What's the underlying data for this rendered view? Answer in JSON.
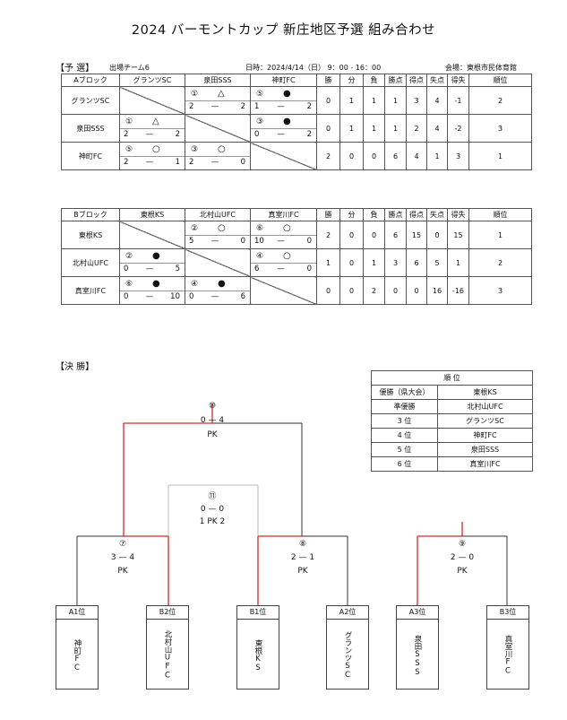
{
  "title": "2024 バーモントカップ 新庄地区予選 組み合わせ",
  "yosen": {
    "label": "【予 選】",
    "teams_count": "出場チーム6",
    "date": "日時：2024/4/14（日） 9：00 - 16：00",
    "venue": "会場：東根市民体育館"
  },
  "headers": {
    "win": "勝",
    "draw": "分",
    "loss": "負",
    "pts": "勝点",
    "gf": "得点",
    "ga": "失点",
    "gd": "得失",
    "rank": "順位"
  },
  "blockA": {
    "name": "Aブロック",
    "cols": [
      "グランツSC",
      "泉田SSS",
      "神町FC"
    ],
    "rows": [
      {
        "team": "グランツSC",
        "cells": [
          null,
          {
            "num": "①",
            "res": "△",
            "s1": "2",
            "dash": "—",
            "s2": "2"
          },
          {
            "num": "⑤",
            "res": "●",
            "s1": "1",
            "dash": "—",
            "s2": "2"
          }
        ],
        "stats": [
          "0",
          "1",
          "1",
          "1",
          "3",
          "4",
          "-1",
          "2"
        ]
      },
      {
        "team": "泉田SSS",
        "cells": [
          {
            "num": "①",
            "res": "△",
            "s1": "2",
            "dash": "—",
            "s2": "2"
          },
          null,
          {
            "num": "③",
            "res": "●",
            "s1": "0",
            "dash": "—",
            "s2": "2"
          }
        ],
        "stats": [
          "0",
          "1",
          "1",
          "1",
          "2",
          "4",
          "-2",
          "3"
        ]
      },
      {
        "team": "神町FC",
        "cells": [
          {
            "num": "⑤",
            "res": "○",
            "s1": "2",
            "dash": "—",
            "s2": "1"
          },
          {
            "num": "③",
            "res": "○",
            "s1": "2",
            "dash": "—",
            "s2": "0"
          },
          null
        ],
        "stats": [
          "2",
          "0",
          "0",
          "6",
          "4",
          "1",
          "3",
          "1"
        ]
      }
    ]
  },
  "blockB": {
    "name": "Bブロック",
    "cols": [
      "東根KS",
      "北村山UFC",
      "真室川FC"
    ],
    "rows": [
      {
        "team": "東根KS",
        "cells": [
          null,
          {
            "num": "②",
            "res": "○",
            "s1": "5",
            "dash": "—",
            "s2": "0"
          },
          {
            "num": "⑥",
            "res": "○",
            "s1": "10",
            "dash": "—",
            "s2": "0"
          }
        ],
        "stats": [
          "2",
          "0",
          "0",
          "6",
          "15",
          "0",
          "15",
          "1"
        ]
      },
      {
        "team": "北村山UFC",
        "cells": [
          {
            "num": "②",
            "res": "●",
            "s1": "0",
            "dash": "—",
            "s2": "5"
          },
          null,
          {
            "num": "④",
            "res": "○",
            "s1": "6",
            "dash": "—",
            "s2": "0"
          }
        ],
        "stats": [
          "1",
          "0",
          "1",
          "3",
          "6",
          "5",
          "1",
          "2"
        ]
      },
      {
        "team": "真室川FC",
        "cells": [
          {
            "num": "⑥",
            "res": "●",
            "s1": "0",
            "dash": "—",
            "s2": "10"
          },
          {
            "num": "④",
            "res": "●",
            "s1": "0",
            "dash": "—",
            "s2": "6"
          },
          null
        ],
        "stats": [
          "0",
          "0",
          "2",
          "0",
          "0",
          "16",
          "-16",
          "3"
        ]
      }
    ]
  },
  "kessho": {
    "label": "【決 勝】",
    "ranking": {
      "header": "順 位",
      "rows": [
        {
          "place": "優勝（県大会）",
          "team": "東根KS"
        },
        {
          "place": "準優勝",
          "team": "北村山UFC"
        },
        {
          "place": "3 位",
          "team": "グランツSC"
        },
        {
          "place": "4 位",
          "team": "神町FC"
        },
        {
          "place": "5 位",
          "team": "泉田SSS"
        },
        {
          "place": "6 位",
          "team": "真室川FC"
        }
      ]
    },
    "matches": {
      "m10": {
        "num": "⑩",
        "score": "0 — 4",
        "note": "PK"
      },
      "m11": {
        "num": "⑪",
        "score": "0 — 0",
        "note": "1 PK 2"
      },
      "m7": {
        "num": "⑦",
        "score": "3 — 4",
        "note": "PK"
      },
      "m8": {
        "num": "⑧",
        "score": "2 — 1",
        "note": "PK"
      },
      "m9": {
        "num": "⑨",
        "score": "2 — 0",
        "note": "PK"
      }
    },
    "slots": [
      {
        "slot": "A1位",
        "team": "神町FC"
      },
      {
        "slot": "B2位",
        "team": "北村山UFC"
      },
      {
        "slot": "B1位",
        "team": "東根KS"
      },
      {
        "slot": "A2位",
        "team": "グランツSC"
      },
      {
        "slot": "A3位",
        "team": "泉田SSS"
      },
      {
        "slot": "B3位",
        "team": "真室川FC"
      }
    ]
  },
  "colors": {
    "win_line": "#d62a2a",
    "line": "#333333",
    "faint": "#bbbbbb"
  }
}
